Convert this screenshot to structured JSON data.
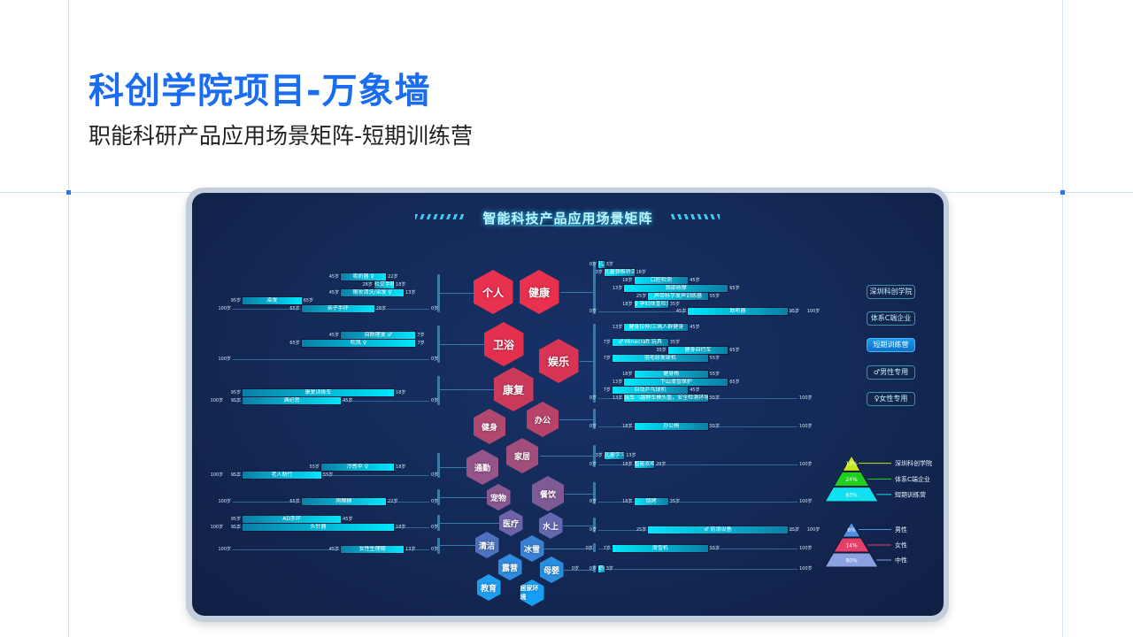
{
  "page": {
    "title": "科创学院项目-万象墙",
    "subtitle": "职能科研产品应用场景矩阵-短期训练营"
  },
  "panel": {
    "title": "智能科技产品应用场景矩阵",
    "age_unit": "岁",
    "axis_min": 0,
    "axis_max": 100
  },
  "hexagons": [
    {
      "label": "个人",
      "color": "#e8304f"
    },
    {
      "label": "健康",
      "color": "#e8304f"
    },
    {
      "label": "卫浴",
      "color": "#e3304f"
    },
    {
      "label": "娱乐",
      "color": "#d93454"
    },
    {
      "label": "康复",
      "color": "#cc3a5a"
    },
    {
      "label": "办公",
      "color": "#b8426a"
    },
    {
      "label": "健身",
      "color": "#b04870"
    },
    {
      "label": "家居",
      "color": "#a14e7c"
    },
    {
      "label": "通勤",
      "color": "#95548a"
    },
    {
      "label": "宠物",
      "color": "#8a5890"
    },
    {
      "label": "餐饮",
      "color": "#805a95"
    },
    {
      "label": "医疗",
      "color": "#6e63a6"
    },
    {
      "label": "水上",
      "color": "#6468ae"
    },
    {
      "label": "清洁",
      "color": "#4f72c0"
    },
    {
      "label": "冰雪",
      "color": "#3b80d3"
    },
    {
      "label": "露营",
      "color": "#2f8bde"
    },
    {
      "label": "母婴",
      "color": "#2a8ee0"
    },
    {
      "label": "教育",
      "color": "#1d9ef0"
    },
    {
      "label": "居家环境",
      "color": "#159ff5"
    }
  ],
  "left_groups": [
    {
      "hex": "个人",
      "rows": [
        {
          "label": "吸奶器",
          "icon": "female",
          "from": 45,
          "to": 22
        },
        {
          "label": "社交手环",
          "from": 28,
          "to": 18
        },
        {
          "label": "眼妆清洗/染发",
          "icon": "female",
          "from": 45,
          "to": 13
        },
        {
          "label": "染发",
          "from": 95,
          "to": 65
        },
        {
          "label": "亲子手环",
          "from": 65,
          "to": 28,
          "axis": true
        }
      ]
    },
    {
      "hex": "卫浴",
      "rows": [
        {
          "label": "自助理发",
          "icon": "male",
          "from": 45,
          "to": 7
        },
        {
          "label": "吹风",
          "icon": "female",
          "from": 65,
          "to": 7
        },
        {
          "axis": true
        }
      ]
    },
    {
      "hex": "康复",
      "rows": [
        {
          "label": "康复训练车",
          "from": 95,
          "to": 18
        },
        {
          "label": "满必思",
          "from": 95,
          "to": 45,
          "axis": true
        }
      ]
    },
    {
      "hex": "通勤",
      "rows": [
        {
          "label": "冷感伞",
          "icon": "female",
          "from": 55,
          "to": 18
        },
        {
          "label": "老人助行",
          "from": 95,
          "to": 55,
          "axis": true
        }
      ]
    },
    {
      "hex": "宠物",
      "rows": [
        {
          "label": "狗粮桶",
          "from": 65,
          "to": 22,
          "axis": true
        }
      ]
    },
    {
      "hex": "医疗",
      "rows": [
        {
          "label": "AD手环",
          "from": 95,
          "to": 45
        },
        {
          "label": "头针器",
          "from": 95,
          "to": 18,
          "axis": true
        }
      ]
    },
    {
      "hex": "清洁",
      "rows": [
        {
          "label": "女性生理期",
          "from": 45,
          "to": 13,
          "axis": true
        }
      ]
    }
  ],
  "right_groups": [
    {
      "hex": "健康",
      "rows": [
        {
          "label": "儿童眼霜",
          "from": 0,
          "to": 3
        },
        {
          "label": "儿童颈椎矫正",
          "from": 3,
          "to": 18
        },
        {
          "label": "口腔检测",
          "from": 18,
          "to": 45
        },
        {
          "label": "颈部按摩",
          "from": 13,
          "to": 65
        },
        {
          "label": "声带科学发声训练器",
          "from": 25,
          "to": 55
        },
        {
          "label": "孕妇体重检测",
          "icon": "female",
          "from": 18,
          "to": 35
        },
        {
          "label": "助听器",
          "from": 45,
          "to": 95,
          "axis": true
        }
      ]
    },
    {
      "hex": "娱乐",
      "rows": [
        {
          "label": "健身拉伸/三高人群健身",
          "from": 13,
          "to": 45
        },
        {
          "label": "Minecraft 玩具",
          "icon": "male",
          "from": 7,
          "to": 35
        },
        {
          "label": "健身自行车",
          "from": 35,
          "to": 65
        },
        {
          "label": "羽毛球发球机",
          "from": 7,
          "to": 55
        },
        {
          "label": "健身椅",
          "from": 18,
          "to": 55
        },
        {
          "label": "下山滑雪保护",
          "from": 13,
          "to": 65
        },
        {
          "label": "自动乒乓球机",
          "from": 7,
          "to": 45
        },
        {
          "label": "玩车（越野车模头盔，安全检测环境）",
          "from": 13,
          "to": 55,
          "axis": true
        }
      ]
    },
    {
      "hex": "办公",
      "rows": [
        {
          "label": "办公椅",
          "from": 18,
          "to": 55,
          "axis": true
        }
      ]
    },
    {
      "hex": "家居",
      "rows": [
        {
          "label": "儿童学习桌",
          "from": 3,
          "to": 13
        },
        {
          "label": "智能衣柜/智能灯",
          "from": 18,
          "to": 28,
          "axis": true
        }
      ]
    },
    {
      "hex": "餐饮",
      "rows": [
        {
          "label": "烧烤",
          "from": 18,
          "to": 35,
          "axis": true
        }
      ]
    },
    {
      "hex": "水上",
      "rows": [
        {
          "label": "防溺设备",
          "icon": "male",
          "from": 25,
          "to": 95,
          "axis": true
        }
      ]
    },
    {
      "hex": "冰雪",
      "rows": [
        {
          "label": "滑雪机",
          "from": 7,
          "to": 55,
          "axis": true
        }
      ]
    },
    {
      "hex": "母婴",
      "rows": [
        {
          "label": "奶瓶",
          "from": 0,
          "to": 3,
          "axis": true
        }
      ]
    }
  ],
  "filters": [
    {
      "label": "深圳科创学院"
    },
    {
      "label": "体系C端企业"
    },
    {
      "label": "短期训练营",
      "active": true
    },
    {
      "label": "男性专用",
      "icon": "male"
    },
    {
      "label": "女性专用",
      "icon": "female"
    }
  ],
  "pyramids": [
    {
      "levels": [
        {
          "label": "深圳科创学院",
          "value": "13%",
          "color": "#c8e619"
        },
        {
          "label": "体系C端企业",
          "value": "24%",
          "color": "#1fcf1f"
        },
        {
          "label": "短期训练营",
          "value": "63%",
          "color": "#10e0ef"
        }
      ]
    },
    {
      "levels": [
        {
          "label": "男性",
          "value": "6%",
          "color": "#4f8fe8"
        },
        {
          "label": "女性",
          "value": "14%",
          "color": "#e6406a"
        },
        {
          "label": "中性",
          "value": "80%",
          "color": "#8aa0e0"
        }
      ]
    }
  ]
}
